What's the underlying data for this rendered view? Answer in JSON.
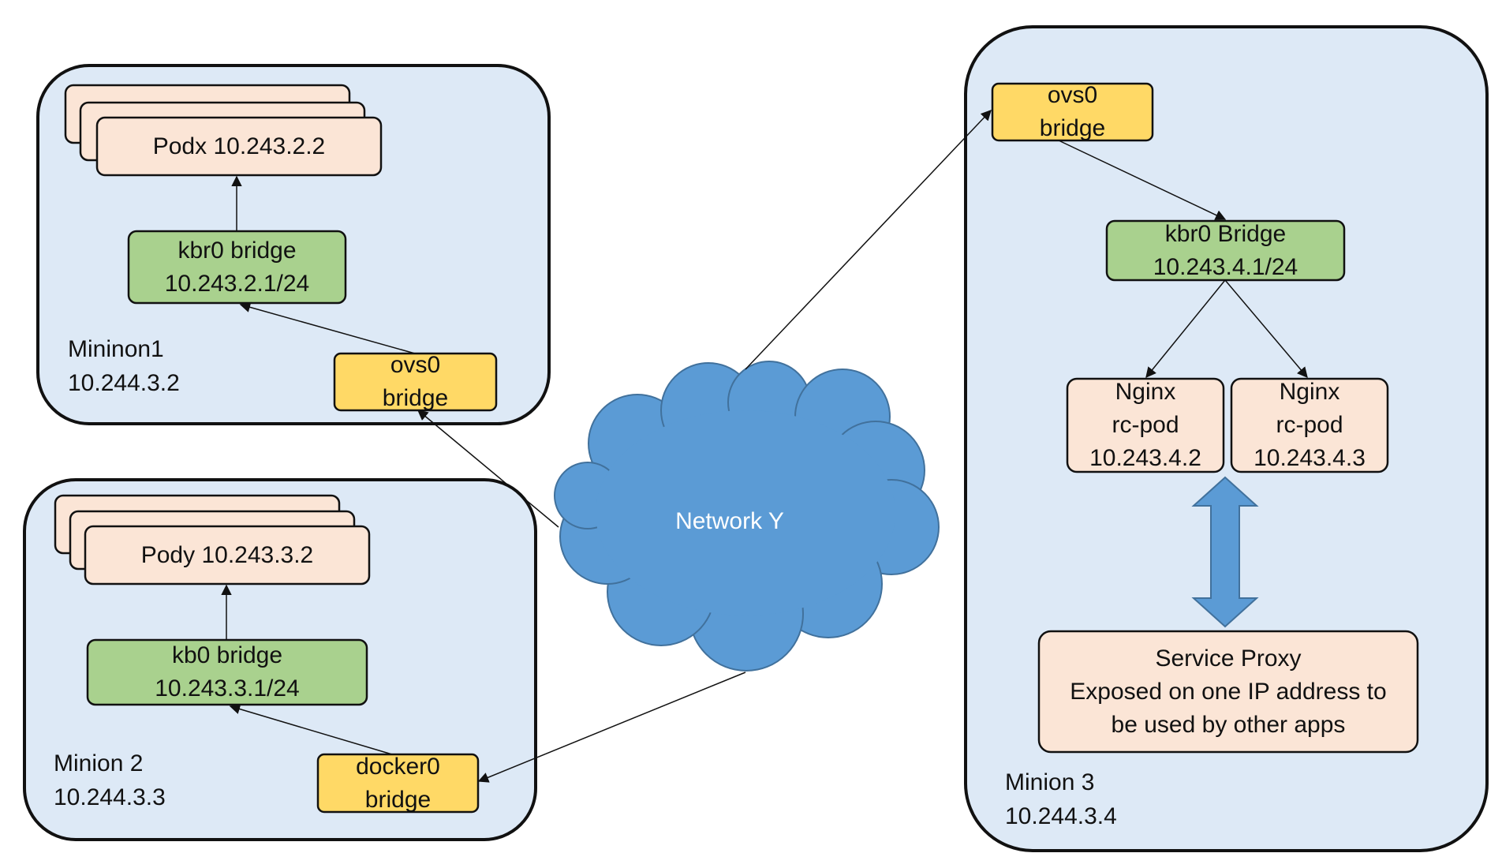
{
  "colors": {
    "container_fill": "#dde9f6",
    "pod_fill": "#fbe5d6",
    "bridge_green": "#a9d18e",
    "bridge_yellow": "#ffd966",
    "cloud": "#5b9bd5",
    "stroke": "#111111",
    "arrow_fill": "#5b9bd5",
    "arrow_stroke": "#41719c"
  },
  "minion1": {
    "name": "Mininon1",
    "ip": "10.244.3.2",
    "pod": "Podx 10.243.2.2",
    "kbr": {
      "line1": "kbr0 bridge",
      "line2": "10.243.2.1/24"
    },
    "ovs": {
      "line1": "ovs0",
      "line2": "bridge"
    }
  },
  "minion2": {
    "name": "Minion 2",
    "ip": "10.244.3.3",
    "pod": "Pody 10.243.3.2",
    "kb": {
      "line1": "kb0 bridge",
      "line2": "10.243.3.1/24"
    },
    "docker": {
      "line1": "docker0",
      "line2": "bridge"
    }
  },
  "minion3": {
    "name": "Minion 3",
    "ip": "10.244.3.4",
    "ovs": {
      "line1": "ovs0",
      "line2": "bridge"
    },
    "kbr": {
      "line1": "kbr0 Bridge",
      "line2": "10.243.4.1/24"
    },
    "nginx1": {
      "line1": "Nginx",
      "line2": "rc-pod",
      "line3": "10.243.4.2"
    },
    "nginx2": {
      "line1": "Nginx",
      "line2": "rc-pod",
      "line3": "10.243.4.3"
    },
    "service": {
      "line1": "Service Proxy",
      "line2": "Exposed on one IP address to",
      "line3": "be used by other apps"
    }
  },
  "network": {
    "label": "Network Y"
  }
}
